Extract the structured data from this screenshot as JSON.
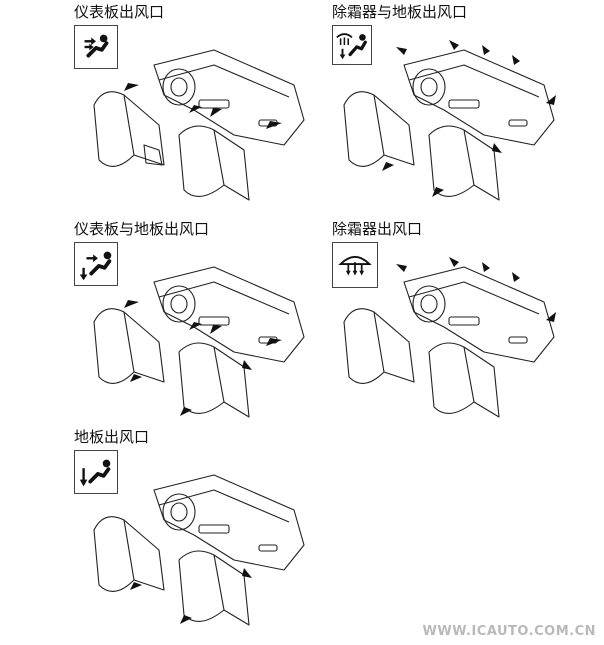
{
  "modes": [
    {
      "id": "panel",
      "title": "仪表板出风口",
      "icon": "panel-vent-icon"
    },
    {
      "id": "defrost-floor",
      "title": "除霜器与地板出风口",
      "icon": "defrost-floor-icon"
    },
    {
      "id": "panel-floor",
      "title": "仪表板与地板出风口",
      "icon": "panel-floor-icon"
    },
    {
      "id": "defrost",
      "title": "除霜器出风口",
      "icon": "defroster-icon"
    },
    {
      "id": "floor",
      "title": "地板出风口",
      "icon": "floor-vent-icon"
    }
  ],
  "watermark": "WWW.ICAUTO.COM.CN"
}
